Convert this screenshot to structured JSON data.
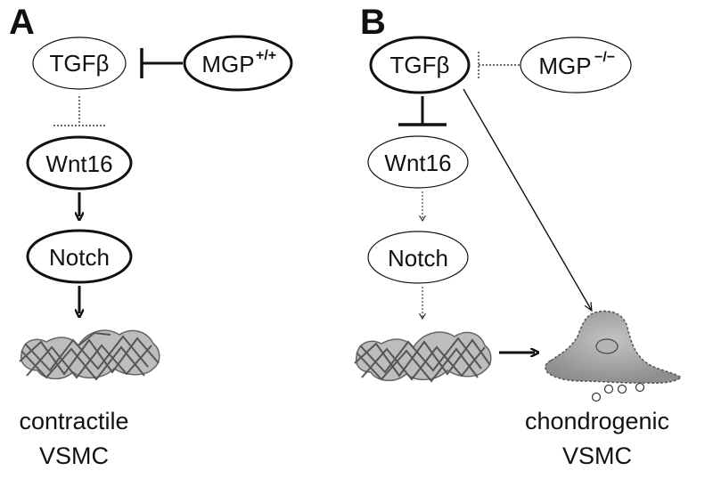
{
  "panel_a": {
    "letter": "A",
    "tgfb": "TGFβ",
    "mgp": "MGP",
    "mgp_sup": "+/+",
    "wnt16": "Wnt16",
    "notch": "Notch",
    "caption_line1": "contractile",
    "caption_line2": "VSMC"
  },
  "panel_b": {
    "letter": "B",
    "tgfb": "TGFβ",
    "mgp": "MGP",
    "mgp_sup": "−/−",
    "wnt16": "Wnt16",
    "notch": "Notch",
    "caption_line1": "chondrogenic",
    "caption_line2": "VSMC"
  },
  "colors": {
    "cell_fill": "#a9a9a9",
    "cell_stroke": "#555555",
    "ink": "#111111"
  }
}
